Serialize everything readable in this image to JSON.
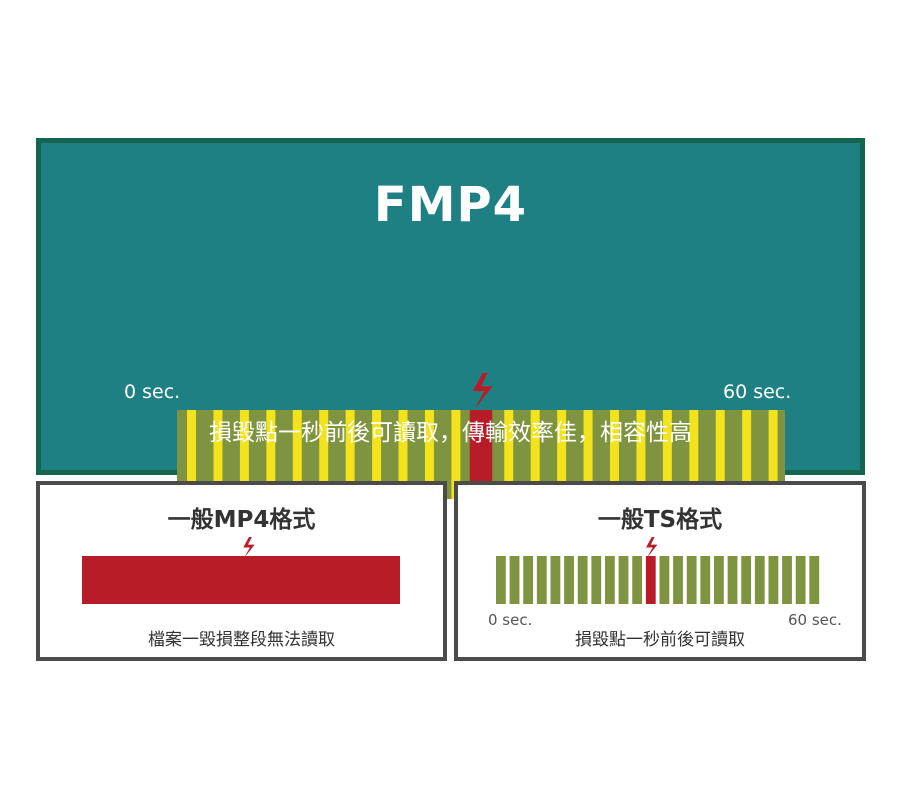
{
  "fmp4": {
    "title": "FMP4",
    "tick_start": "0 sec.",
    "tick_end": "60 sec.",
    "caption": "損毀點一秒前後可讀取，傳輸效率佳，相容性高",
    "segment_count": 23,
    "damaged_index": 11
  },
  "mp4": {
    "title": "一般MP4格式",
    "caption": "檔案一毀損整段無法讀取"
  },
  "ts": {
    "title": "一般TS格式",
    "tick_start": "0 sec.",
    "tick_end": "60 sec.",
    "caption": "損毀點一秒前後可讀取",
    "segment_count": 24,
    "damaged_index": 11
  },
  "colors": {
    "segment_olive": "#7e9440",
    "stripe_yellow": "#f2e31d",
    "damage_red": "#b71c28",
    "fmp4_background": "#1f8083",
    "fmp4_border": "#12664e",
    "card_border": "#4b4b4b"
  },
  "icons": {
    "damage": "lightning-bolt-icon"
  }
}
